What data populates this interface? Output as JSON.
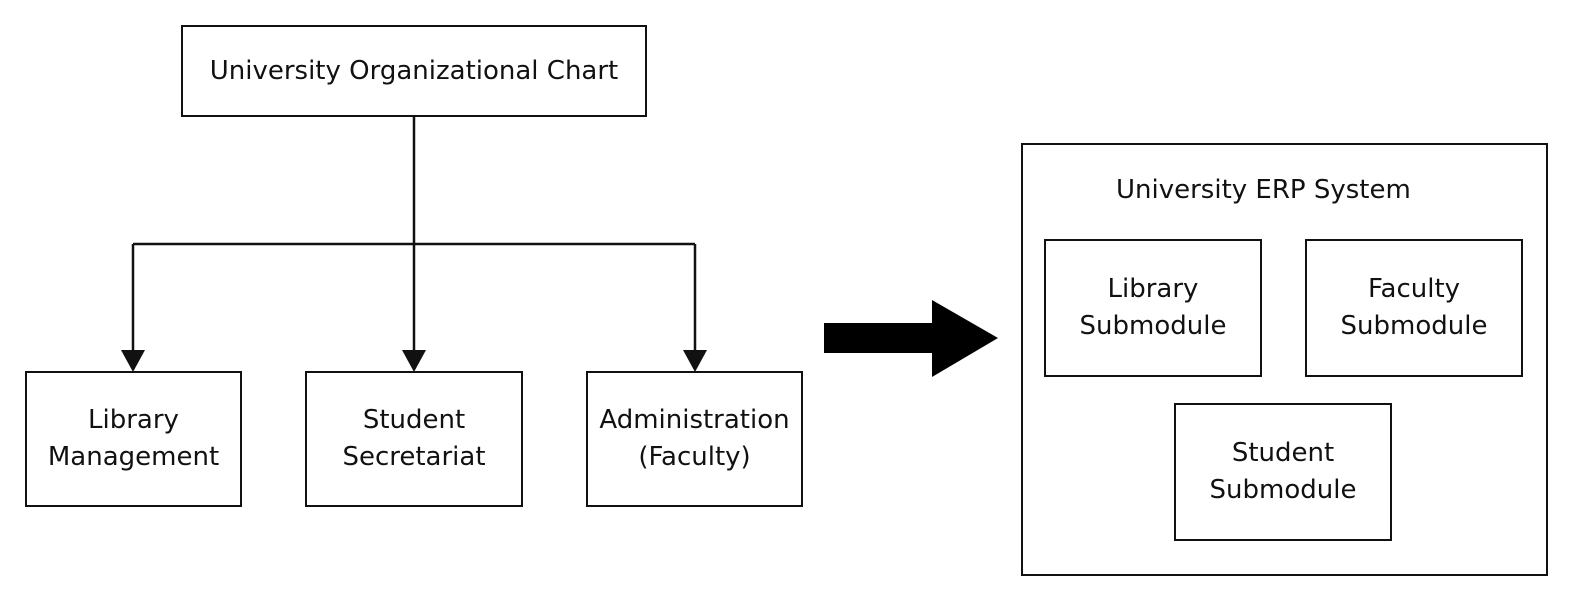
{
  "org_chart": {
    "title": "University Organizational Chart",
    "departments": [
      {
        "line1": "Library",
        "line2": "Management"
      },
      {
        "line1": "Student",
        "line2": "Secretariat"
      },
      {
        "line1": "Administration",
        "line2": "(Faculty)"
      }
    ]
  },
  "erp": {
    "title": "University ERP System",
    "submodules": [
      {
        "line1": "Library",
        "line2": "Submodule"
      },
      {
        "line1": "Faculty",
        "line2": "Submodule"
      },
      {
        "line1": "Student",
        "line2": "Submodule"
      }
    ]
  },
  "colors": {
    "stroke": "#111111",
    "background": "#ffffff"
  }
}
